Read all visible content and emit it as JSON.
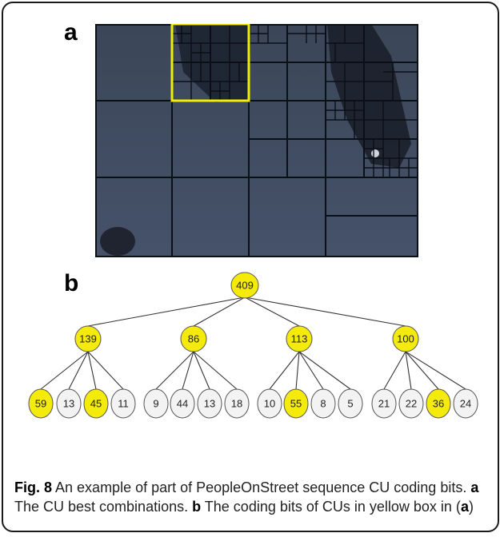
{
  "panels": {
    "a_label": "a",
    "b_label": "b"
  },
  "colors": {
    "highlight_node": "#f5eb0a",
    "plain_node": "#f3f3f3",
    "highlight_box": "#f5eb0a",
    "photo_bg": "#3a4558",
    "cu_grid": "#0b0f16"
  },
  "tree": {
    "root": {
      "value": "409",
      "highlight": true
    },
    "level1": [
      {
        "value": "139",
        "highlight": true
      },
      {
        "value": "86",
        "highlight": true
      },
      {
        "value": "113",
        "highlight": true
      },
      {
        "value": "100",
        "highlight": true
      }
    ],
    "level2": [
      {
        "value": "59",
        "highlight": true
      },
      {
        "value": "13",
        "highlight": false
      },
      {
        "value": "45",
        "highlight": true
      },
      {
        "value": "11",
        "highlight": false
      },
      {
        "value": "9",
        "highlight": false
      },
      {
        "value": "44",
        "highlight": false
      },
      {
        "value": "13",
        "highlight": false
      },
      {
        "value": "18",
        "highlight": false
      },
      {
        "value": "10",
        "highlight": false
      },
      {
        "value": "55",
        "highlight": true
      },
      {
        "value": "8",
        "highlight": false
      },
      {
        "value": "5",
        "highlight": false
      },
      {
        "value": "21",
        "highlight": false
      },
      {
        "value": "22",
        "highlight": false
      },
      {
        "value": "36",
        "highlight": true
      },
      {
        "value": "24",
        "highlight": false
      }
    ]
  },
  "caption": {
    "fig_label": "Fig. 8",
    "text_1": " An example of part of PeopleOnStreet sequence CU coding bits. ",
    "ref_a": "a",
    "text_2": " The CU best combinations. ",
    "ref_b": "b",
    "text_3": " The coding bits of CUs in yellow box in (",
    "ref_a2": "a",
    "text_4": ")"
  }
}
